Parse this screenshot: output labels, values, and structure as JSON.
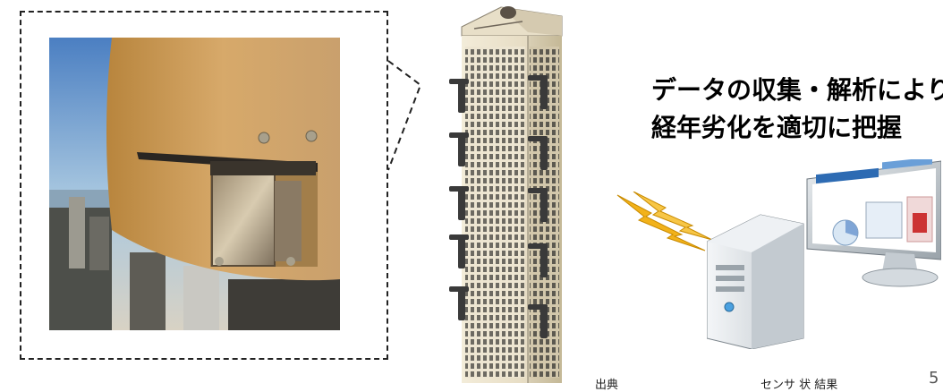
{
  "caption": {
    "line1": "データの収集・解析により",
    "line2": "経年劣化を適切に把握"
  },
  "footer": {
    "left_fragment": "出典",
    "right_fragment": "センサ 状 結果",
    "page_number": "5"
  },
  "colors": {
    "building_facade": "#ede5d2",
    "building_window": "#6d6a62",
    "sensor": "#3a3a3a",
    "lightning": "#f2b21a",
    "callout_border": "#222222"
  },
  "icons": {
    "lightning": "lightning-bolt-icon",
    "computer": "desktop-computer-icon",
    "building": "skyscraper-icon"
  }
}
